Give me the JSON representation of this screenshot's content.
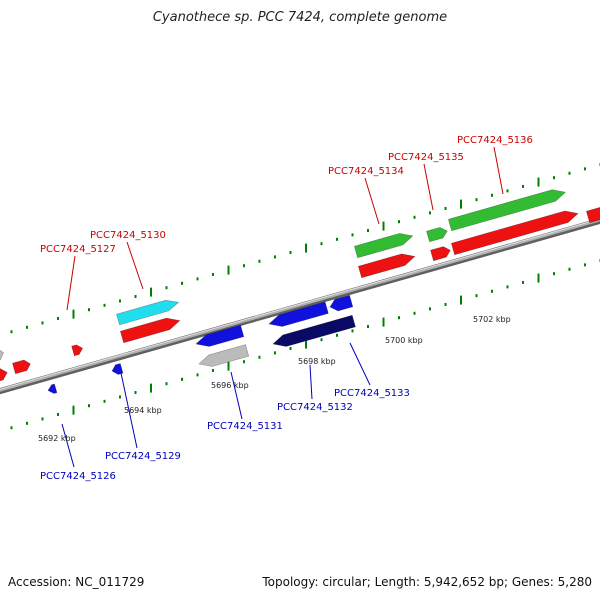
{
  "header": {
    "title": "Cyanothece sp. PCC 7424, complete genome"
  },
  "footer": {
    "accession": "Accession: NC_011729",
    "summary": "Topology: circular; Length: 5,942,652 bp; Genes: 5,280"
  },
  "colors": {
    "background": "#ffffff",
    "backbone": "#8c8c8c",
    "forward_label": "#cc0000",
    "reverse_label": "#0000bb",
    "tick": "#008000",
    "red_gene": "#ee1111",
    "green_gene": "#33bb33",
    "cyan_gene": "#22ddee",
    "blue_gene": "#1111dd",
    "navy_gene": "#0a0a66",
    "gray_gene": "#bbbbbb"
  },
  "scale": {
    "labels": [
      "5692 kbp",
      "5694 kbp",
      "5696 kbp",
      "5698 kbp",
      "5700 kbp",
      "5702 kbp"
    ]
  },
  "labels": {
    "forward": [
      "PCC7424_5127",
      "PCC7424_5130",
      "PCC7424_5134",
      "PCC7424_5135",
      "PCC7424_5136"
    ],
    "reverse": [
      "PCC7424_5126",
      "PCC7424_5129",
      "PCC7424_5131",
      "PCC7424_5132",
      "PCC7424_5133"
    ]
  },
  "features": {
    "forward_genes": [
      {
        "color_key": "cyan_gene",
        "label_index": 1
      },
      {
        "color_key": "red_gene",
        "label_index": 1
      },
      {
        "color_key": "green_gene",
        "label_index": 2
      },
      {
        "color_key": "red_gene",
        "label_index": 2
      },
      {
        "color_key": "green_gene",
        "label_index": 3
      },
      {
        "color_key": "red_gene",
        "label_index": 3
      },
      {
        "color_key": "green_gene",
        "label_index": 4
      },
      {
        "color_key": "red_gene",
        "label_index": 4
      }
    ],
    "reverse_genes": [
      {
        "color_key": "blue_gene",
        "label_index": 0
      },
      {
        "color_key": "blue_gene",
        "label_index": 1
      },
      {
        "color_key": "blue_gene",
        "label_index": 2
      },
      {
        "color_key": "gray_gene",
        "label_index": 2
      },
      {
        "color_key": "blue_gene",
        "label_index": 3
      },
      {
        "color_key": "navy_gene",
        "label_index": 3
      },
      {
        "color_key": "blue_gene",
        "label_index": 4
      }
    ]
  }
}
